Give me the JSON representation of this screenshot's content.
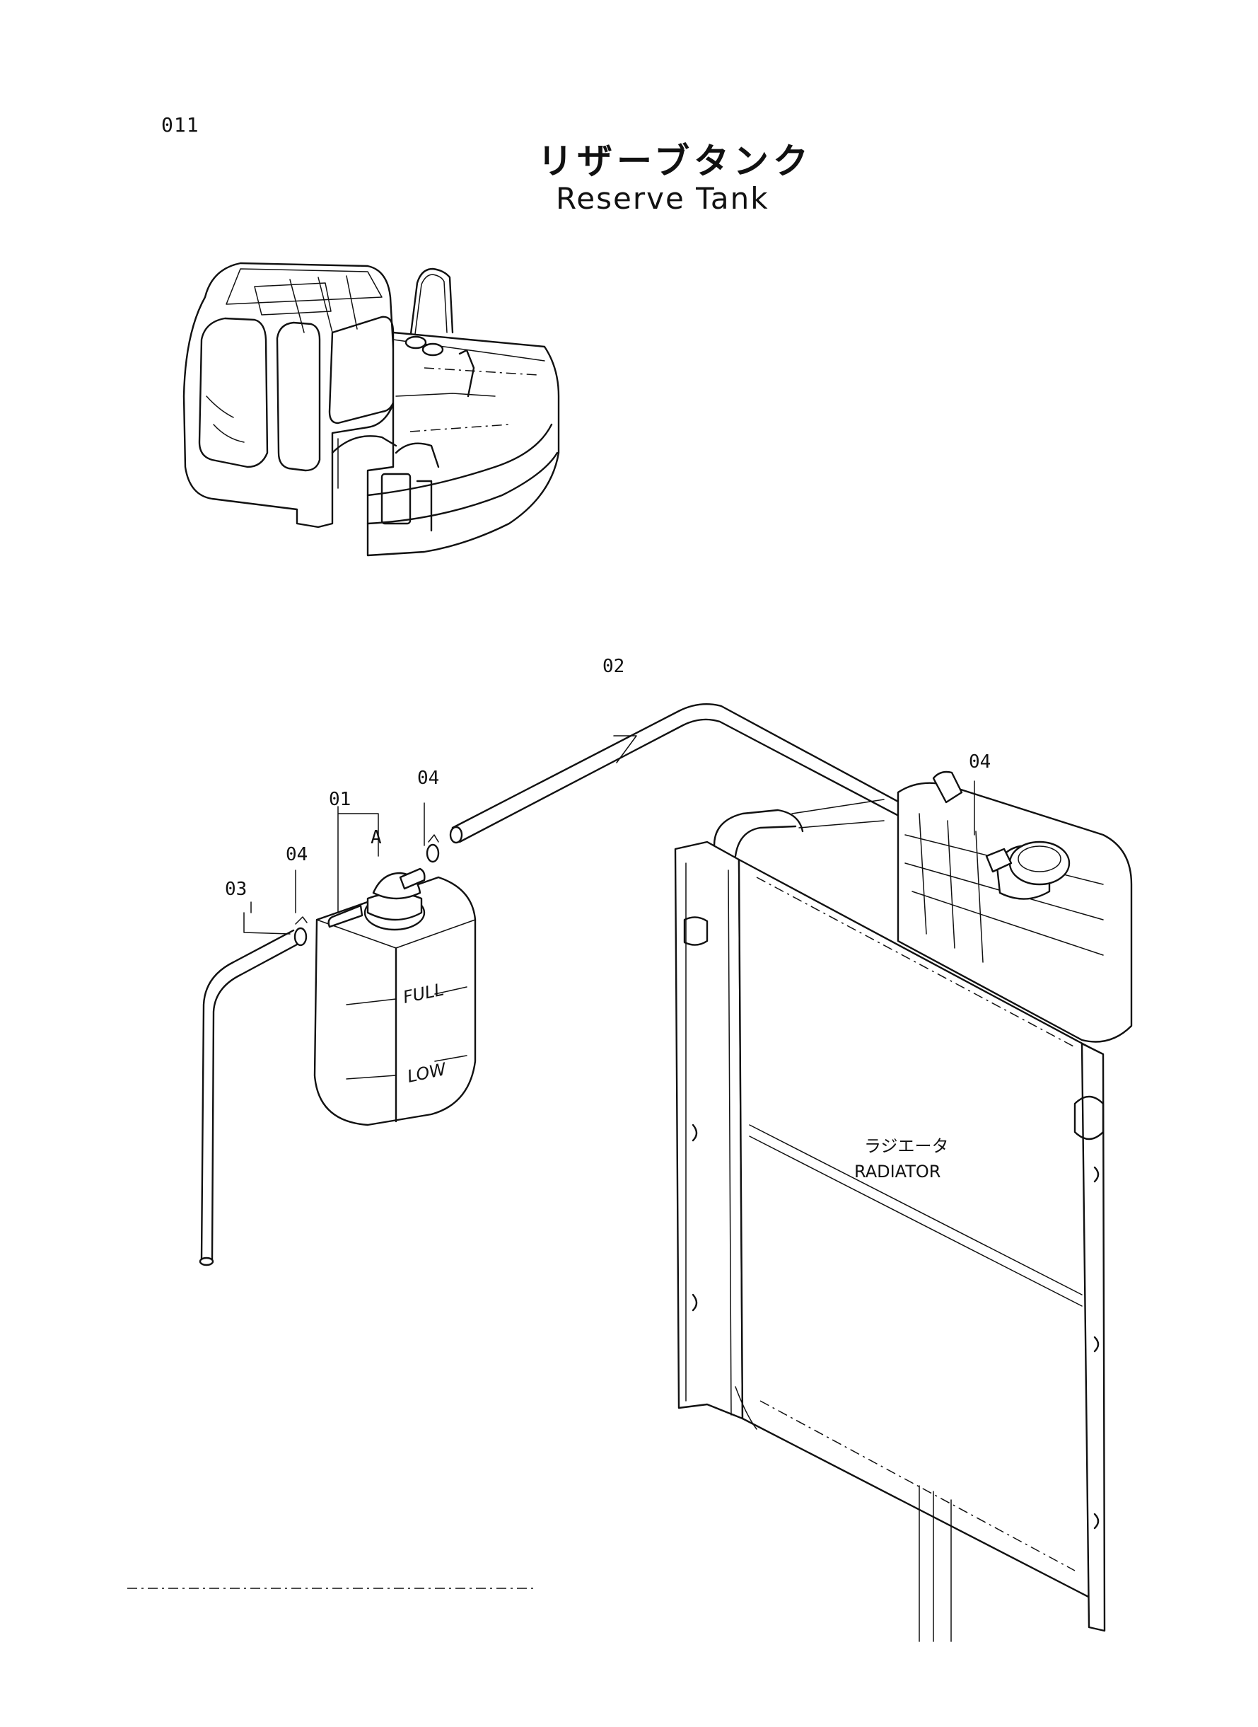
{
  "header": {
    "page_number": "011",
    "title_jp": "リザーブタンク",
    "title_en": "Reserve Tank"
  },
  "callouts": {
    "c01": "01",
    "c02": "02",
    "c03": "03",
    "c04a": "04",
    "c04b": "04",
    "c04c": "04",
    "cA": "A"
  },
  "tank_marks": {
    "full": "FULL",
    "low": "LOW"
  },
  "radiator_label": {
    "jp": "ラジエータ",
    "en": "RADIATOR"
  }
}
